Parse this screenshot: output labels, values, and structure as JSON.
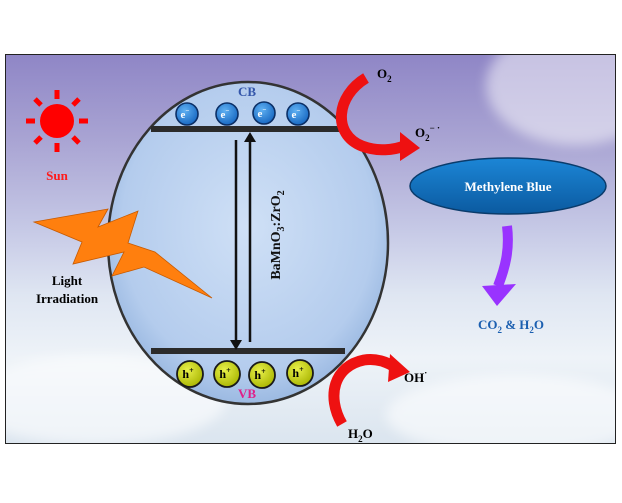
{
  "sun": {
    "label": "Sun",
    "icon": "sun-icon",
    "color": "#ff0000"
  },
  "light": {
    "line1": "Light",
    "line2": "Irradiation",
    "icon": "lightning-bolt-icon",
    "color": "#ff7f0e"
  },
  "bands": {
    "cb_label": "CB",
    "vb_label": "VB",
    "cb_color": "#3355aa",
    "vb_color": "#e0208a"
  },
  "electron": {
    "symbol": "e",
    "charge": "−",
    "color": "#1f7fd6"
  },
  "hole": {
    "symbol": "h",
    "charge": "+",
    "color": "#c9d600"
  },
  "catalyst": {
    "text": "BaMnO",
    "sub1": "3",
    "mid": ":ZrO",
    "sub2": "2"
  },
  "reactions": {
    "o2": {
      "base": "O",
      "sub": "2"
    },
    "superoxide": {
      "base": "O",
      "sub": "2",
      "sup": "− ·"
    },
    "dye": "Methylene Blue",
    "products": {
      "a": "CO",
      "a_sub": "2",
      "mid": " & H",
      "b_sub": "2",
      "end": "O"
    },
    "hydroxyl": {
      "base": "OH",
      "sup": "·"
    },
    "water": {
      "base": "H",
      "sub": "2",
      "end": "O"
    }
  },
  "colors": {
    "arrow_red": "#ee1111",
    "arrow_purple": "#9933ff",
    "dye_fill": "#1070bb",
    "products_text": "#1b5fb0"
  }
}
